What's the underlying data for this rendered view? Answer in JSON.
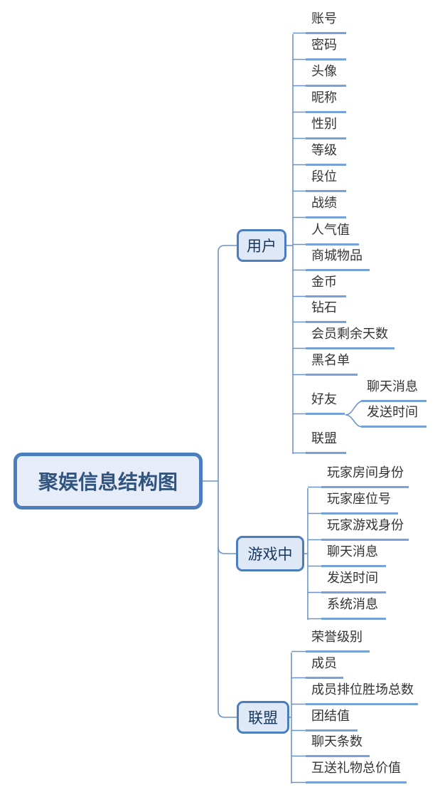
{
  "title": "聚娱信息结构图",
  "root": {
    "label": "聚娱信息结构图"
  },
  "branches": [
    {
      "id": "user",
      "label": "用户",
      "children": [
        {
          "label": "账号"
        },
        {
          "label": "密码"
        },
        {
          "label": "头像"
        },
        {
          "label": "昵称"
        },
        {
          "label": "性别"
        },
        {
          "label": "等级"
        },
        {
          "label": "段位"
        },
        {
          "label": "战绩"
        },
        {
          "label": "人气值"
        },
        {
          "label": "商城物品"
        },
        {
          "label": "金币"
        },
        {
          "label": "钻石"
        },
        {
          "label": "会员剩余天数"
        },
        {
          "label": "黑名单"
        },
        {
          "label": "好友",
          "children": [
            {
              "label": "聊天消息"
            },
            {
              "label": "发送时间"
            }
          ]
        },
        {
          "label": "联盟"
        }
      ]
    },
    {
      "id": "game",
      "label": "游戏中",
      "children": [
        {
          "label": "玩家房间身份"
        },
        {
          "label": "玩家座位号"
        },
        {
          "label": "玩家游戏身份"
        },
        {
          "label": "聊天消息"
        },
        {
          "label": "发送时间"
        },
        {
          "label": "系统消息"
        }
      ]
    },
    {
      "id": "alliance",
      "label": "联盟",
      "children": [
        {
          "label": "荣誉级别"
        },
        {
          "label": "成员"
        },
        {
          "label": "成员排位胜场总数"
        },
        {
          "label": "团结值"
        },
        {
          "label": "聊天条数"
        },
        {
          "label": "互送礼物总价值"
        }
      ]
    }
  ],
  "colors": {
    "line": "#6C94C8",
    "underline": "#76A1D9",
    "box_border": "#4A7EBD",
    "box_fill": "#DEE8F6",
    "root_fill": "#E6EDF8",
    "node_text": "#17365D",
    "root_text": "#31547E",
    "leaf_text": "#333333",
    "background": "#FFFFFF"
  }
}
